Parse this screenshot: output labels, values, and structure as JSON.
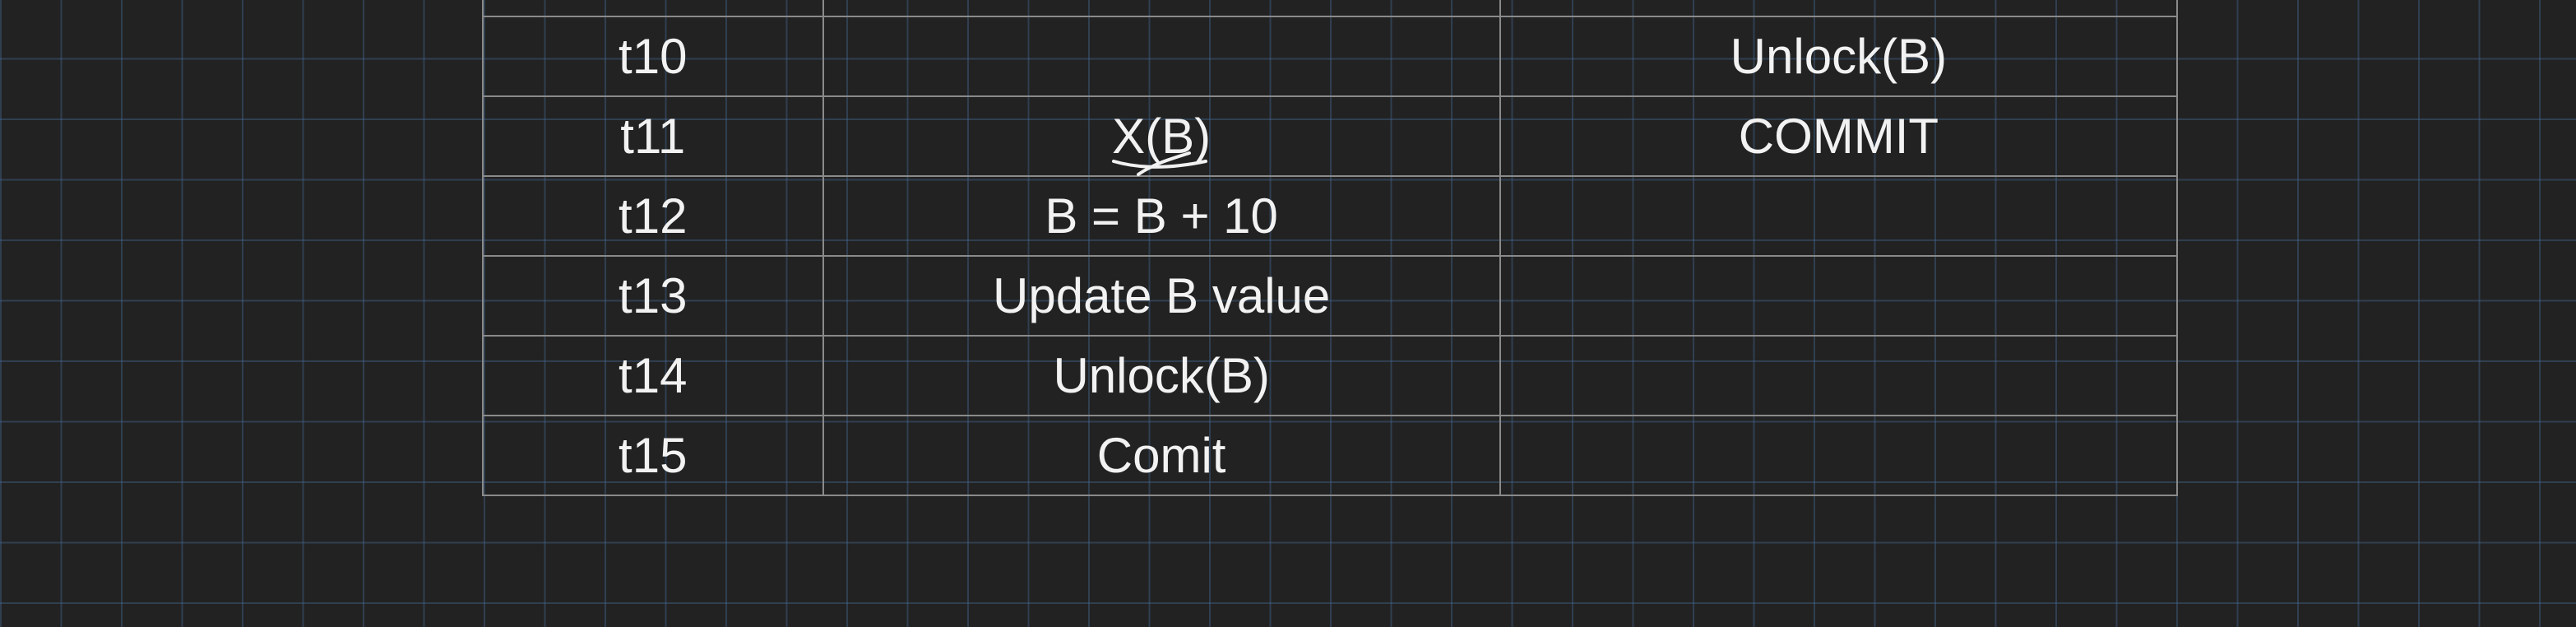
{
  "schedule": {
    "rows": [
      {
        "time": "",
        "t1": "",
        "t2": ""
      },
      {
        "time": "t10",
        "t1": "",
        "t2": "Unlock(B)"
      },
      {
        "time": "t11",
        "t1": "X(B)",
        "t2": "COMMIT"
      },
      {
        "time": "t12",
        "t1": "B = B + 10",
        "t2": ""
      },
      {
        "time": "t13",
        "t1": "Update B value",
        "t2": ""
      },
      {
        "time": "t14",
        "t1": "Unlock(B)",
        "t2": ""
      },
      {
        "time": "t15",
        "t1": "Comit",
        "t2": ""
      }
    ]
  },
  "colors": {
    "background": "#222222",
    "grid": "#466e9b",
    "table_border": "#8a8a8a",
    "text": "#f2f2f2"
  }
}
